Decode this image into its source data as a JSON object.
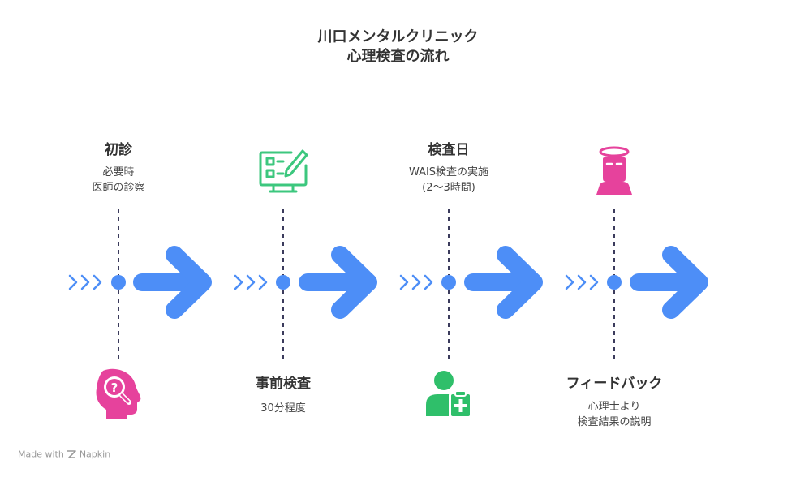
{
  "title": {
    "line1": "川口メンタルクリニック",
    "line2": "心理検査の流れ"
  },
  "steps": [
    {
      "heading": "初診",
      "desc": [
        "必要時",
        "医師の診察"
      ],
      "icon": "head-question-icon",
      "color": "#e6429c"
    },
    {
      "heading": "事前検査",
      "desc": [
        "30分程度"
      ],
      "icon": "monitor-checklist-icon",
      "color": "#3cc77e"
    },
    {
      "heading": "検査日",
      "desc": [
        "WAIS検査の実施",
        "(2〜3時間)"
      ],
      "icon": "doctor-clipboard-icon",
      "color": "#2fbf6a"
    },
    {
      "heading": "フィードバック",
      "desc": [
        "心理士より",
        "検査結果の説明"
      ],
      "icon": "angel-person-icon",
      "color": "#e6429c"
    }
  ],
  "colors": {
    "arrow": "#4d8ef7",
    "dash": "#3b3b5c"
  },
  "footer": {
    "made_with": "Made with",
    "brand": "Napkin"
  }
}
